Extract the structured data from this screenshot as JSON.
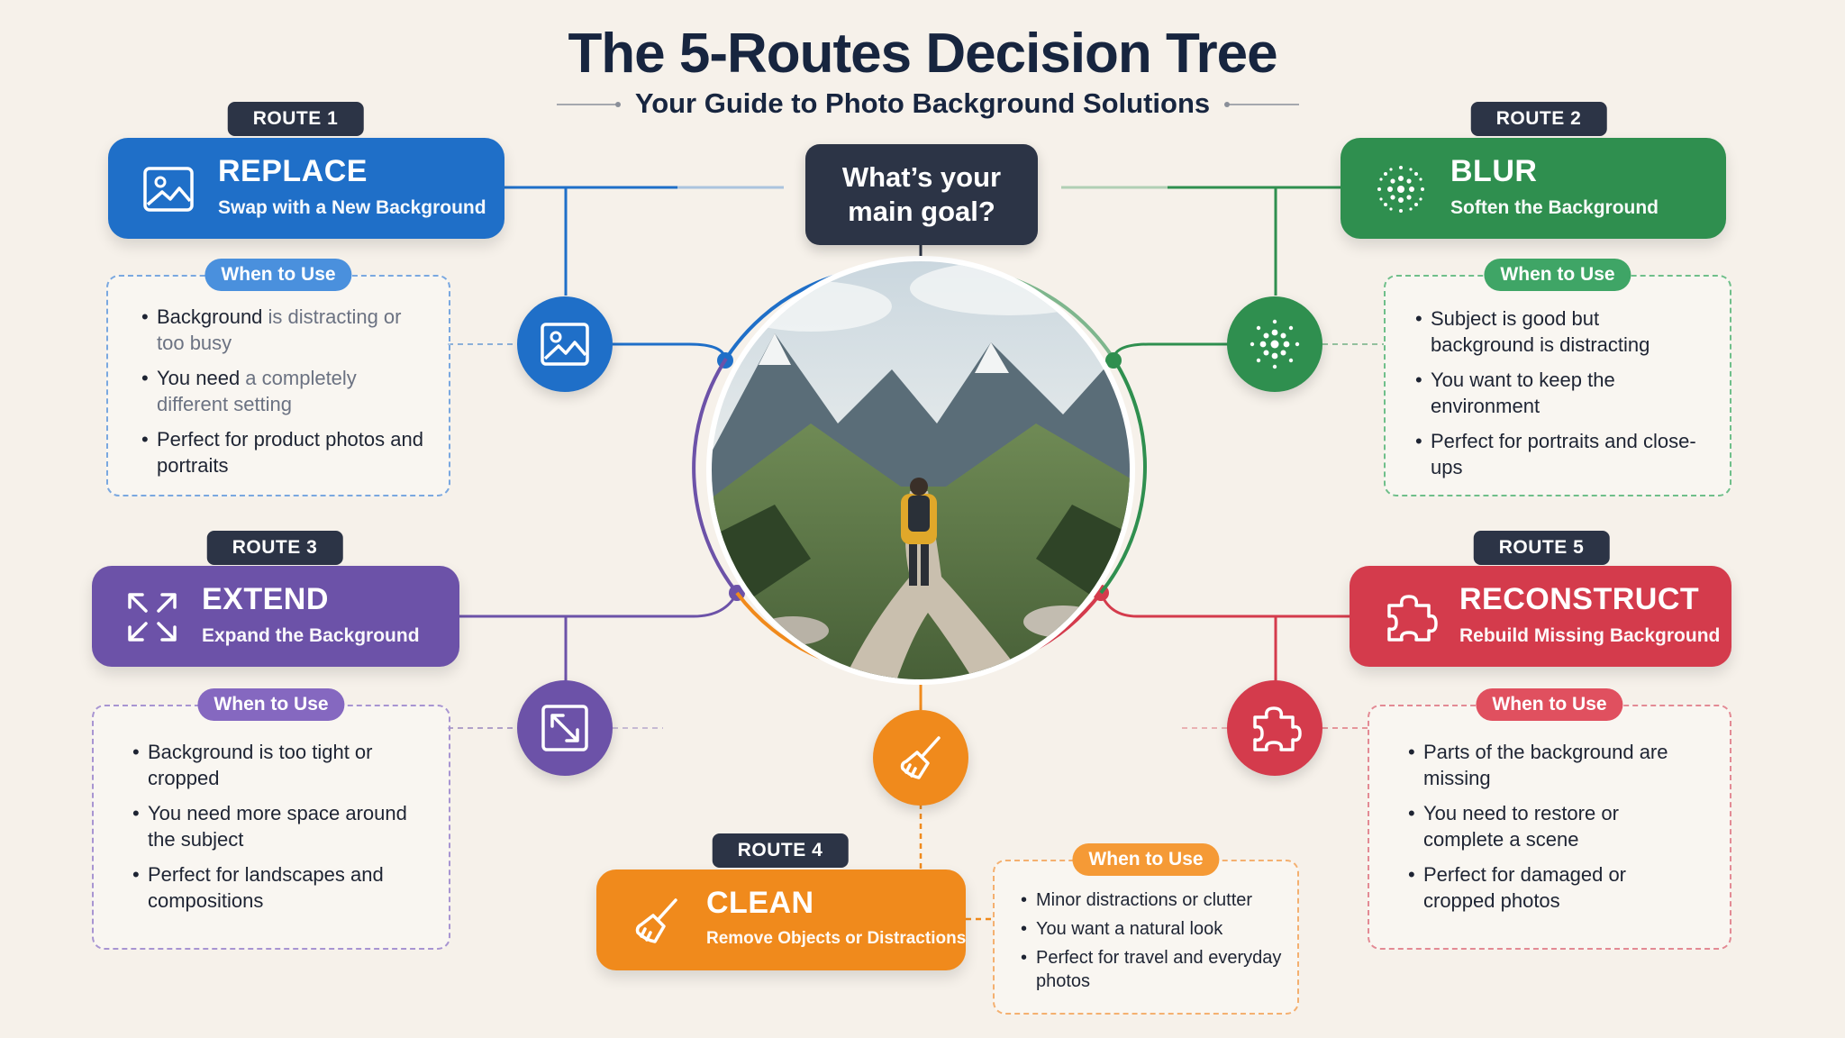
{
  "title": "The 5-Routes Decision Tree",
  "subtitle": "Your Guide to Photo Background Solutions",
  "center": {
    "question": "What’s your main goal?",
    "image_alt": "hiker-at-fork-in-mountain-trail"
  },
  "when_label": "When to Use",
  "routes": [
    {
      "badge": "ROUTE 1",
      "title": "REPLACE",
      "subtitle": "Swap with a New Background",
      "color": "#1f6fc8",
      "light": "#4a90dd",
      "icon": "image-icon",
      "bullets": [
        {
          "lead": "Background",
          "rest": " is distracting or too busy"
        },
        {
          "lead": "You need",
          "rest": " a completely different setting"
        },
        {
          "lead": "Perfect for product photos and portraits",
          "rest": ""
        }
      ]
    },
    {
      "badge": "ROUTE 2",
      "title": "BLUR",
      "subtitle": "Soften the Background",
      "color": "#2f8f4f",
      "light": "#3fa566",
      "icon": "blur-dots-icon",
      "bullets": [
        {
          "lead": "Subject is good but background is distracting",
          "rest": ""
        },
        {
          "lead": "You want to keep the environment",
          "rest": ""
        },
        {
          "lead": "Perfect for portraits and close-ups",
          "rest": ""
        }
      ]
    },
    {
      "badge": "ROUTE 3",
      "title": "EXTEND",
      "subtitle": "Expand the Background",
      "color": "#6c52a8",
      "light": "#8568c0",
      "icon": "expand-arrows-icon",
      "bullets": [
        {
          "lead": "Background is too tight or cropped",
          "rest": ""
        },
        {
          "lead": "You need more space around the subject",
          "rest": ""
        },
        {
          "lead": "Perfect for landscapes and compositions",
          "rest": ""
        }
      ]
    },
    {
      "badge": "ROUTE 4",
      "title": "CLEAN",
      "subtitle": "Remove Objects or Distractions",
      "color": "#f08a1c",
      "light": "#f59a36",
      "icon": "broom-icon",
      "bullets": [
        {
          "lead": "Minor distractions or clutter",
          "rest": ""
        },
        {
          "lead": "You want a natural look",
          "rest": ""
        },
        {
          "lead": "Perfect for travel and everyday photos",
          "rest": ""
        }
      ]
    },
    {
      "badge": "ROUTE 5",
      "title": "RECONSTRUCT",
      "subtitle": "Rebuild Missing Background",
      "color": "#d43b4c",
      "light": "#e0505f",
      "icon": "puzzle-icon",
      "bullets": [
        {
          "lead": "Parts of the background are missing",
          "rest": ""
        },
        {
          "lead": "You need to restore or complete a scene",
          "rest": ""
        },
        {
          "lead": "Perfect for damaged or cropped photos",
          "rest": ""
        }
      ]
    }
  ]
}
